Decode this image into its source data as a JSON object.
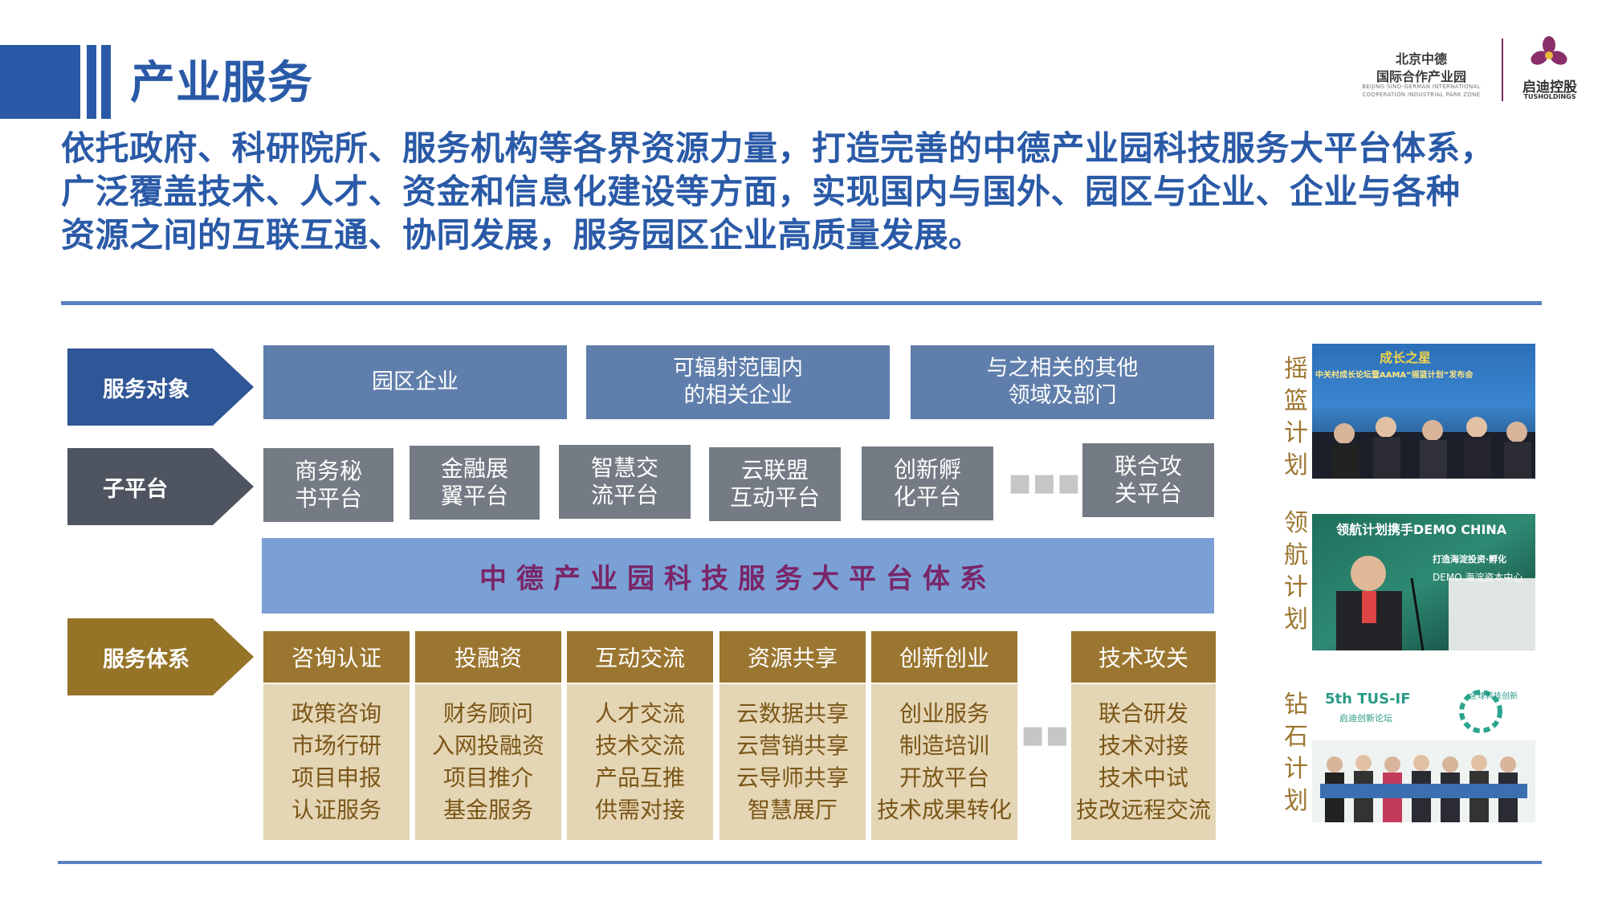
{
  "header": {
    "title": "产业服务"
  },
  "logos": {
    "park_cn_line1": "北京中德",
    "park_cn_line2": "国际合作产业园",
    "park_en_line1": "BEIJING SINO-GERMAN INTERNATIONAL",
    "park_en_line2": "COOPERATION INDUSTRIAL PARK ZONE",
    "tus_cn": "启迪控股",
    "tus_en": "TUSHOLDINGS"
  },
  "intro": {
    "line1": "依托政府、科研院所、服务机构等各界资源力量，打造完善的中德产业园科技服务大平台体系，",
    "line2": "广泛覆盖技术、人才、资金和信息化建设等方面，实现国内与国外、园区与企业、企业与各种",
    "line3": "资源之间的互联互通、协同发展，服务园区企业高质量发展。"
  },
  "rows": {
    "targets_label": "服务对象",
    "sub_label": "子平台",
    "service_label": "服务体系"
  },
  "targets": [
    {
      "line1": "园区企业",
      "line2": ""
    },
    {
      "line1": "可辐射范围内",
      "line2": "的相关企业"
    },
    {
      "line1": "与之相关的其他",
      "line2": "领域及部门"
    }
  ],
  "sub_platforms": [
    {
      "line1": "商务秘",
      "line2": "书平台"
    },
    {
      "line1": "金融展",
      "line2": "翼平台"
    },
    {
      "line1": "智慧交",
      "line2": "流平台"
    },
    {
      "line1": "云联盟",
      "line2": "互动平台"
    },
    {
      "line1": "创新孵",
      "line2": "化平台"
    },
    {
      "line1": "联合攻",
      "line2": "关平台"
    }
  ],
  "ellipsis": "■■■",
  "main_platform": "中德产业园科技服务大平台体系",
  "services": [
    {
      "title": "咨询认证",
      "items": [
        "政策咨询",
        "市场行研",
        "项目申报",
        "认证服务"
      ]
    },
    {
      "title": "投融资",
      "items": [
        "财务顾问",
        "入网投融资",
        "项目推介",
        "基金服务"
      ]
    },
    {
      "title": "互动交流",
      "items": [
        "人才交流",
        "技术交流",
        "产品互推",
        "供需对接"
      ]
    },
    {
      "title": "资源共享",
      "items": [
        "云数据共享",
        "云营销共享",
        "云导师共享",
        "智慧展厅"
      ]
    },
    {
      "title": "创新创业",
      "items": [
        "创业服务",
        "制造培训",
        "开放平台",
        "技术成果转化"
      ]
    },
    {
      "title": "技术攻关",
      "items": [
        "联合研发",
        "技术对接",
        "技术中试",
        "技改远程交流"
      ]
    }
  ],
  "programs": [
    {
      "c1": "摇",
      "c2": "篮",
      "c3": "计",
      "c4": "划",
      "photo_title": "成长之星",
      "photo_caption": "中关村成长论坛暨AAMA“摇篮计划”发布会"
    },
    {
      "c1": "领",
      "c2": "航",
      "c3": "计",
      "c4": "划",
      "photo_title": "领航计划携手DEMO CHINA",
      "photo_caption": "打造海淀投资·孵化",
      "photo_sign": "DEMO  海淀资本中心"
    },
    {
      "c1": "钻",
      "c2": "石",
      "c3": "计",
      "c4": "划",
      "photo_title": "5th TUS-IF",
      "photo_caption": "启迪创新论坛",
      "photo_sign": "全球科技创新"
    }
  ],
  "colors": {
    "accent_blue": "#2a5aa7",
    "rule_blue": "#5b80c3",
    "gold": "#9b7630",
    "main_platform_text": "#7a2568"
  }
}
